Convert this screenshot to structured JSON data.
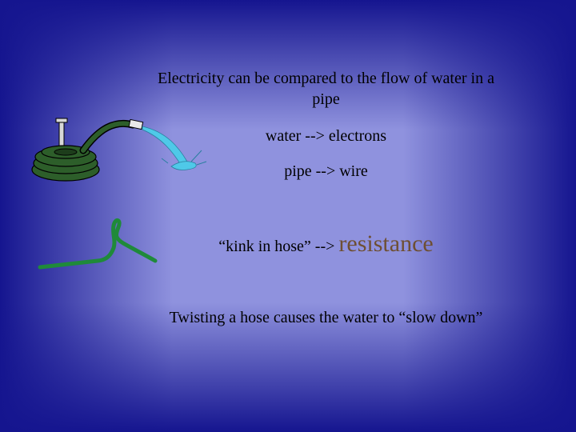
{
  "slide": {
    "line1": "Electricity can be compared to the flow of water in a pipe",
    "line2": "water --> electrons",
    "line3": "pipe --> wire",
    "line4_prefix": "“kink in hose” -->",
    "line4_emphasis": "resistance",
    "line5": "Twisting a hose causes the water to “slow down”"
  },
  "colors": {
    "background_center": "#8f92de",
    "background_edge": "#15158f",
    "hose_green": "#2d5e2a",
    "kink_green": "#1f8a3a",
    "water": "#4fc9e8",
    "emphasis": "#6e4f33"
  },
  "icons": [
    "garden-hose-illustration",
    "kinked-hose-illustration"
  ]
}
